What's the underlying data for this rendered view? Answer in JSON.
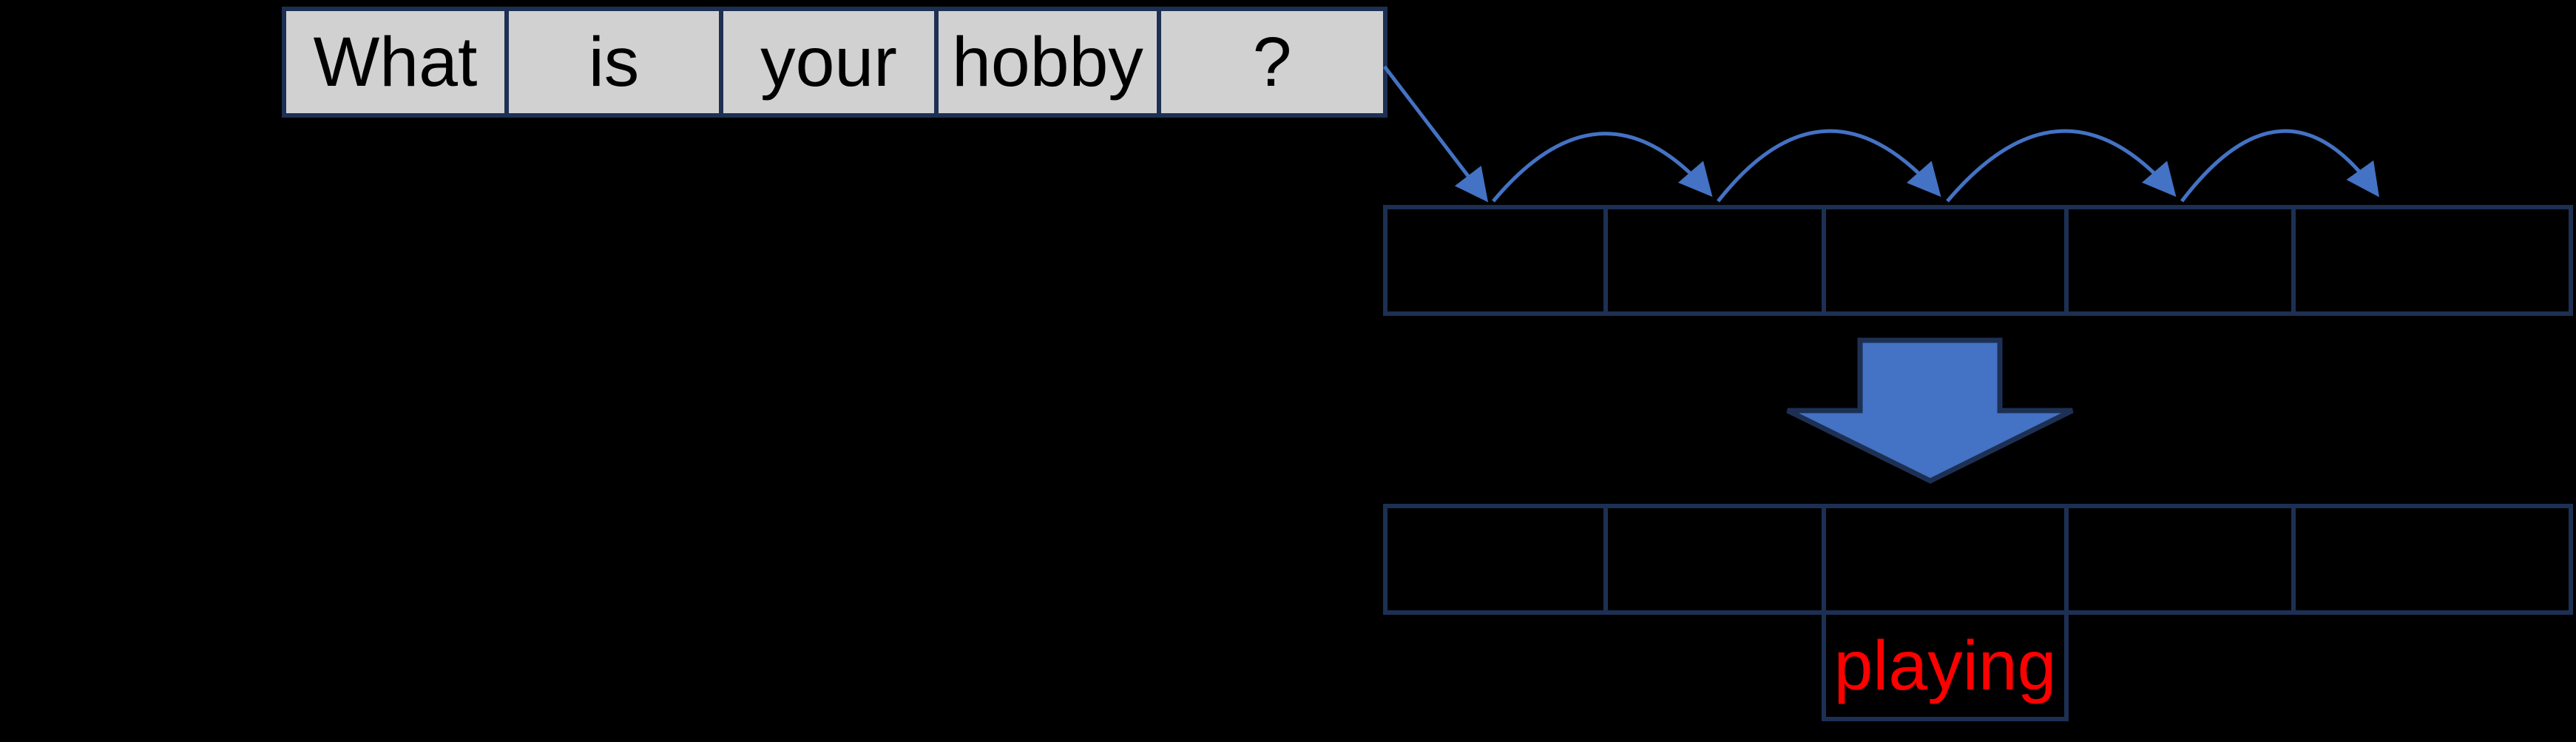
{
  "colors": {
    "background": "#000000",
    "border_navy": "#1D3054",
    "token_cell_fill": "#D1D1D1",
    "token_text": "#000000",
    "connector_blue": "#4472C4",
    "big_arrow_fill": "#4472C4",
    "predicted_text": "#FF0000"
  },
  "input_sentence": {
    "tokens": [
      "What",
      "is",
      "your",
      "hobby",
      "?"
    ]
  },
  "processing_row": {
    "cells": [
      "",
      "",
      "",
      "",
      ""
    ]
  },
  "output_row": {
    "cells": [
      "",
      "",
      "",
      "",
      ""
    ]
  },
  "predicted_word": "playing"
}
